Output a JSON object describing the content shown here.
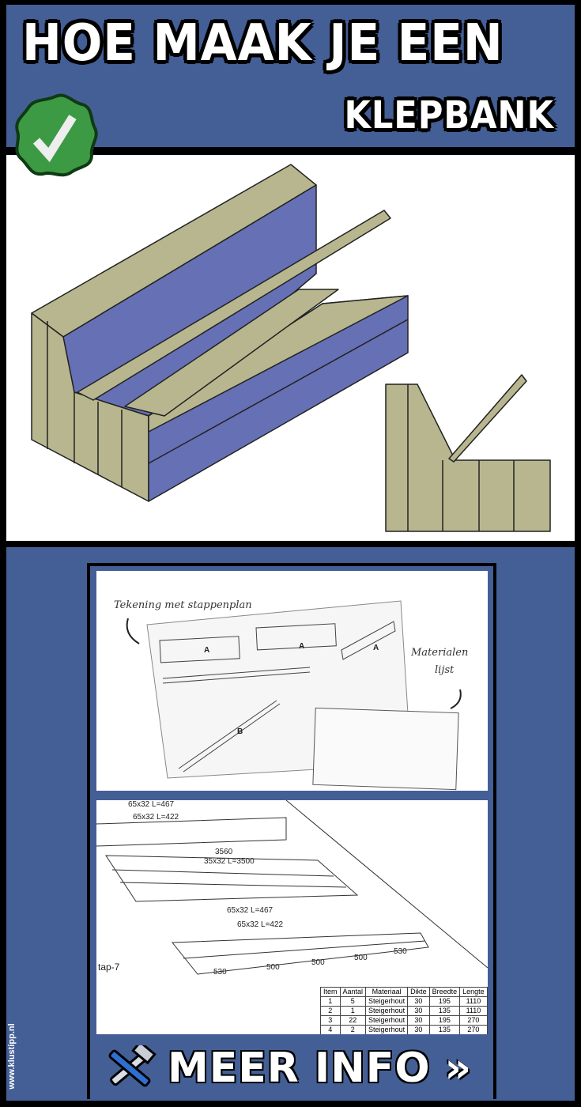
{
  "header": {
    "title_line1": "HOE MAAK JE EEN",
    "title_line2": "KLEPBANK",
    "badge_icon": "check-icon"
  },
  "drawings": {
    "annotation_left": "Tekening met stappenplan",
    "annotation_right_1": "Materialen",
    "annotation_right_2": "lijst",
    "part_labels": [
      "A",
      "A",
      "A",
      "B"
    ]
  },
  "plan": {
    "dimensions": [
      "65x32 L=467",
      "65x32 L=422",
      "3560",
      "35x32 L=3500",
      "65x32 L=467",
      "65x32 L=422",
      "530",
      "500",
      "500",
      "500",
      "530"
    ],
    "step_label": "tap-7"
  },
  "materials_table": {
    "headers": [
      "Item",
      "Aantal",
      "Materiaal",
      "Dikte",
      "Breedte",
      "Lengte"
    ],
    "rows": [
      [
        "1",
        "5",
        "Steigerhout",
        "30",
        "195",
        "1110"
      ],
      [
        "2",
        "1",
        "Steigerhout",
        "30",
        "135",
        "1110"
      ],
      [
        "3",
        "22",
        "Steigerhout",
        "30",
        "195",
        "270"
      ],
      [
        "4",
        "2",
        "Steigerhout",
        "30",
        "135",
        "270"
      ]
    ]
  },
  "cta": {
    "label": "MEER INFO",
    "chevrons": "»",
    "icon": "tools-icon"
  },
  "watermark": "www.klustipp.nl",
  "colors": {
    "panel_blue": "#445f96",
    "wood": "#b7b68f",
    "bench_blue": "#6670b5",
    "badge_green": "#3d9a44"
  }
}
